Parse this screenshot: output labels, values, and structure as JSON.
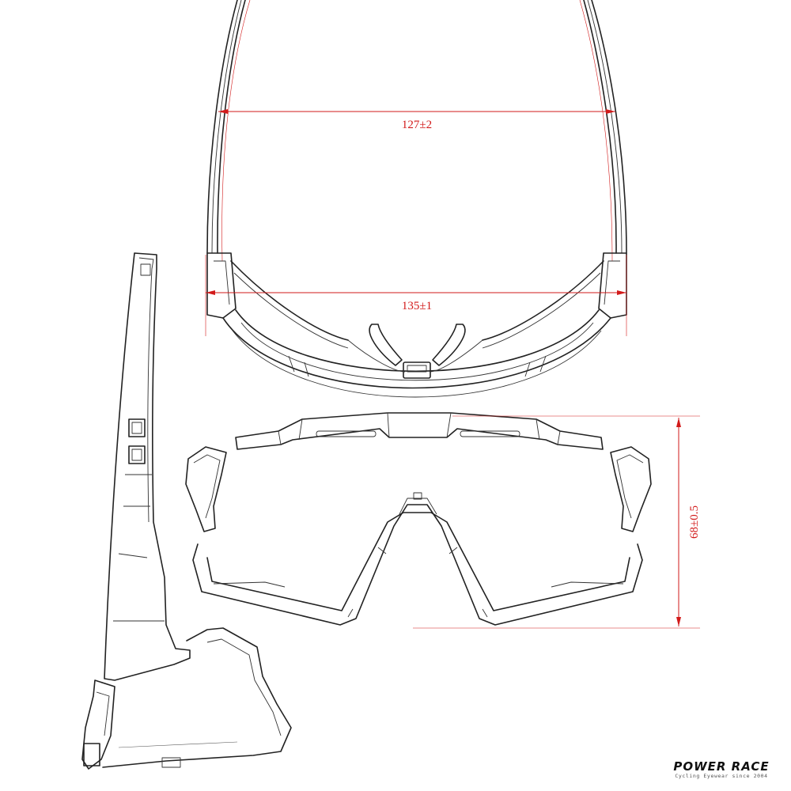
{
  "dimensions": [
    {
      "id": "temple-width",
      "text": "127±2"
    },
    {
      "id": "frame-width",
      "text": "135±1"
    },
    {
      "id": "lens-height",
      "text": "68±0.5"
    }
  ],
  "brand": {
    "name": "POWER RACE",
    "tagline": "Cycling Eyewear since 2004"
  },
  "colors": {
    "linework": "#222222",
    "dimension": "#d21a1a"
  }
}
